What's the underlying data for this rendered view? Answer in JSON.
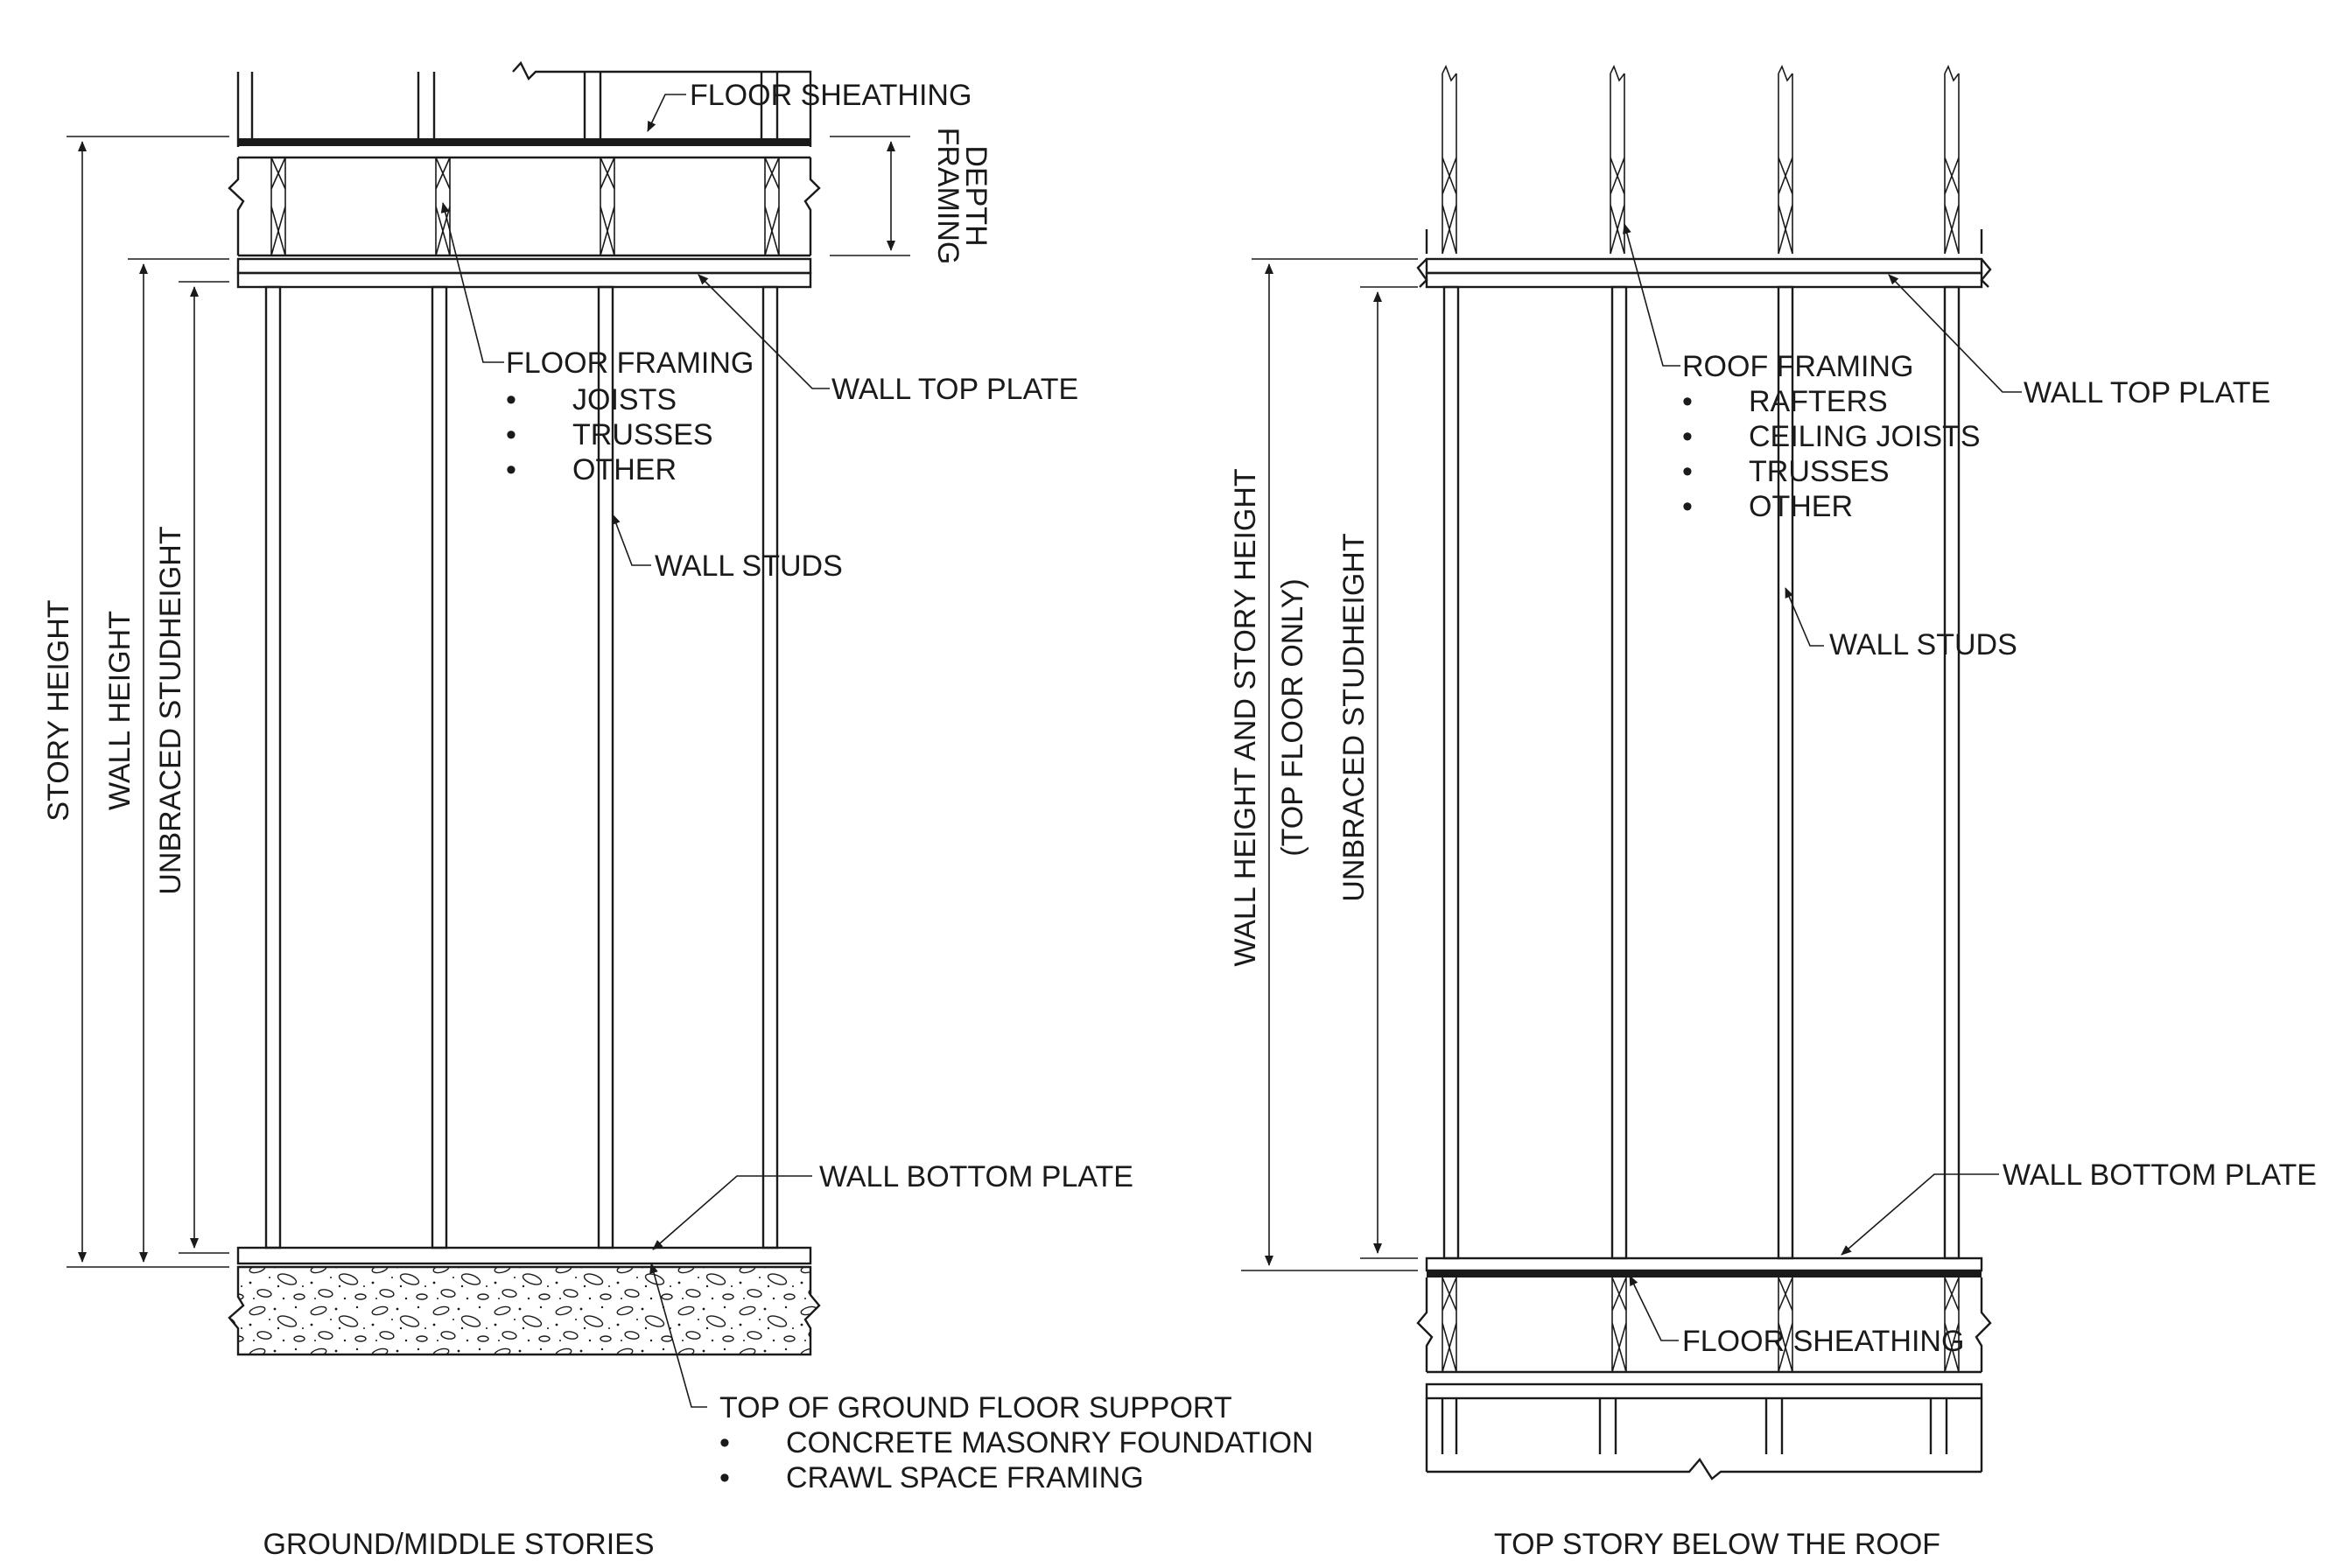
{
  "diagram": {
    "left_panel": {
      "caption": "GROUND/MIDDLE STORIES",
      "labels": {
        "floor_sheathing": "FLOOR SHEATHING",
        "floor_framing": "FLOOR FRAMING",
        "floor_framing_items": [
          "JOISTS",
          "TRUSSES",
          "OTHER"
        ],
        "wall_top_plate": "WALL TOP PLATE",
        "wall_studs": "WALL STUDS",
        "wall_bottom_plate": "WALL BOTTOM PLATE",
        "ground_support": "TOP OF GROUND FLOOR SUPPORT",
        "ground_support_items": [
          "CONCRETE MASONRY FOUNDATION",
          "CRAWL SPACE FRAMING"
        ]
      },
      "dimensions": {
        "framing_depth_line1": "FRAMING",
        "framing_depth_line2": "DEPTH",
        "story_height": "STORY HEIGHT",
        "wall_height": "WALL HEIGHT",
        "unbraced_studheight": "UNBRACED STUDHEIGHT"
      }
    },
    "right_panel": {
      "caption": "TOP STORY BELOW THE ROOF",
      "labels": {
        "roof_framing": "ROOF FRAMING",
        "roof_framing_items": [
          "RAFTERS",
          "CEILING JOISTS",
          "TRUSSES",
          "OTHER"
        ],
        "wall_top_plate": "WALL TOP PLATE",
        "wall_studs": "WALL STUDS",
        "wall_bottom_plate": "WALL BOTTOM PLATE",
        "floor_sheathing": "FLOOR SHEATHING"
      },
      "dimensions": {
        "wall_story_height_line1": "WALL HEIGHT AND STORY HEIGHT",
        "wall_story_height_line2": "(TOP FLOOR ONLY)",
        "unbraced_studheight": "UNBRACED STUDHEIGHT"
      }
    },
    "bullet": "•"
  }
}
